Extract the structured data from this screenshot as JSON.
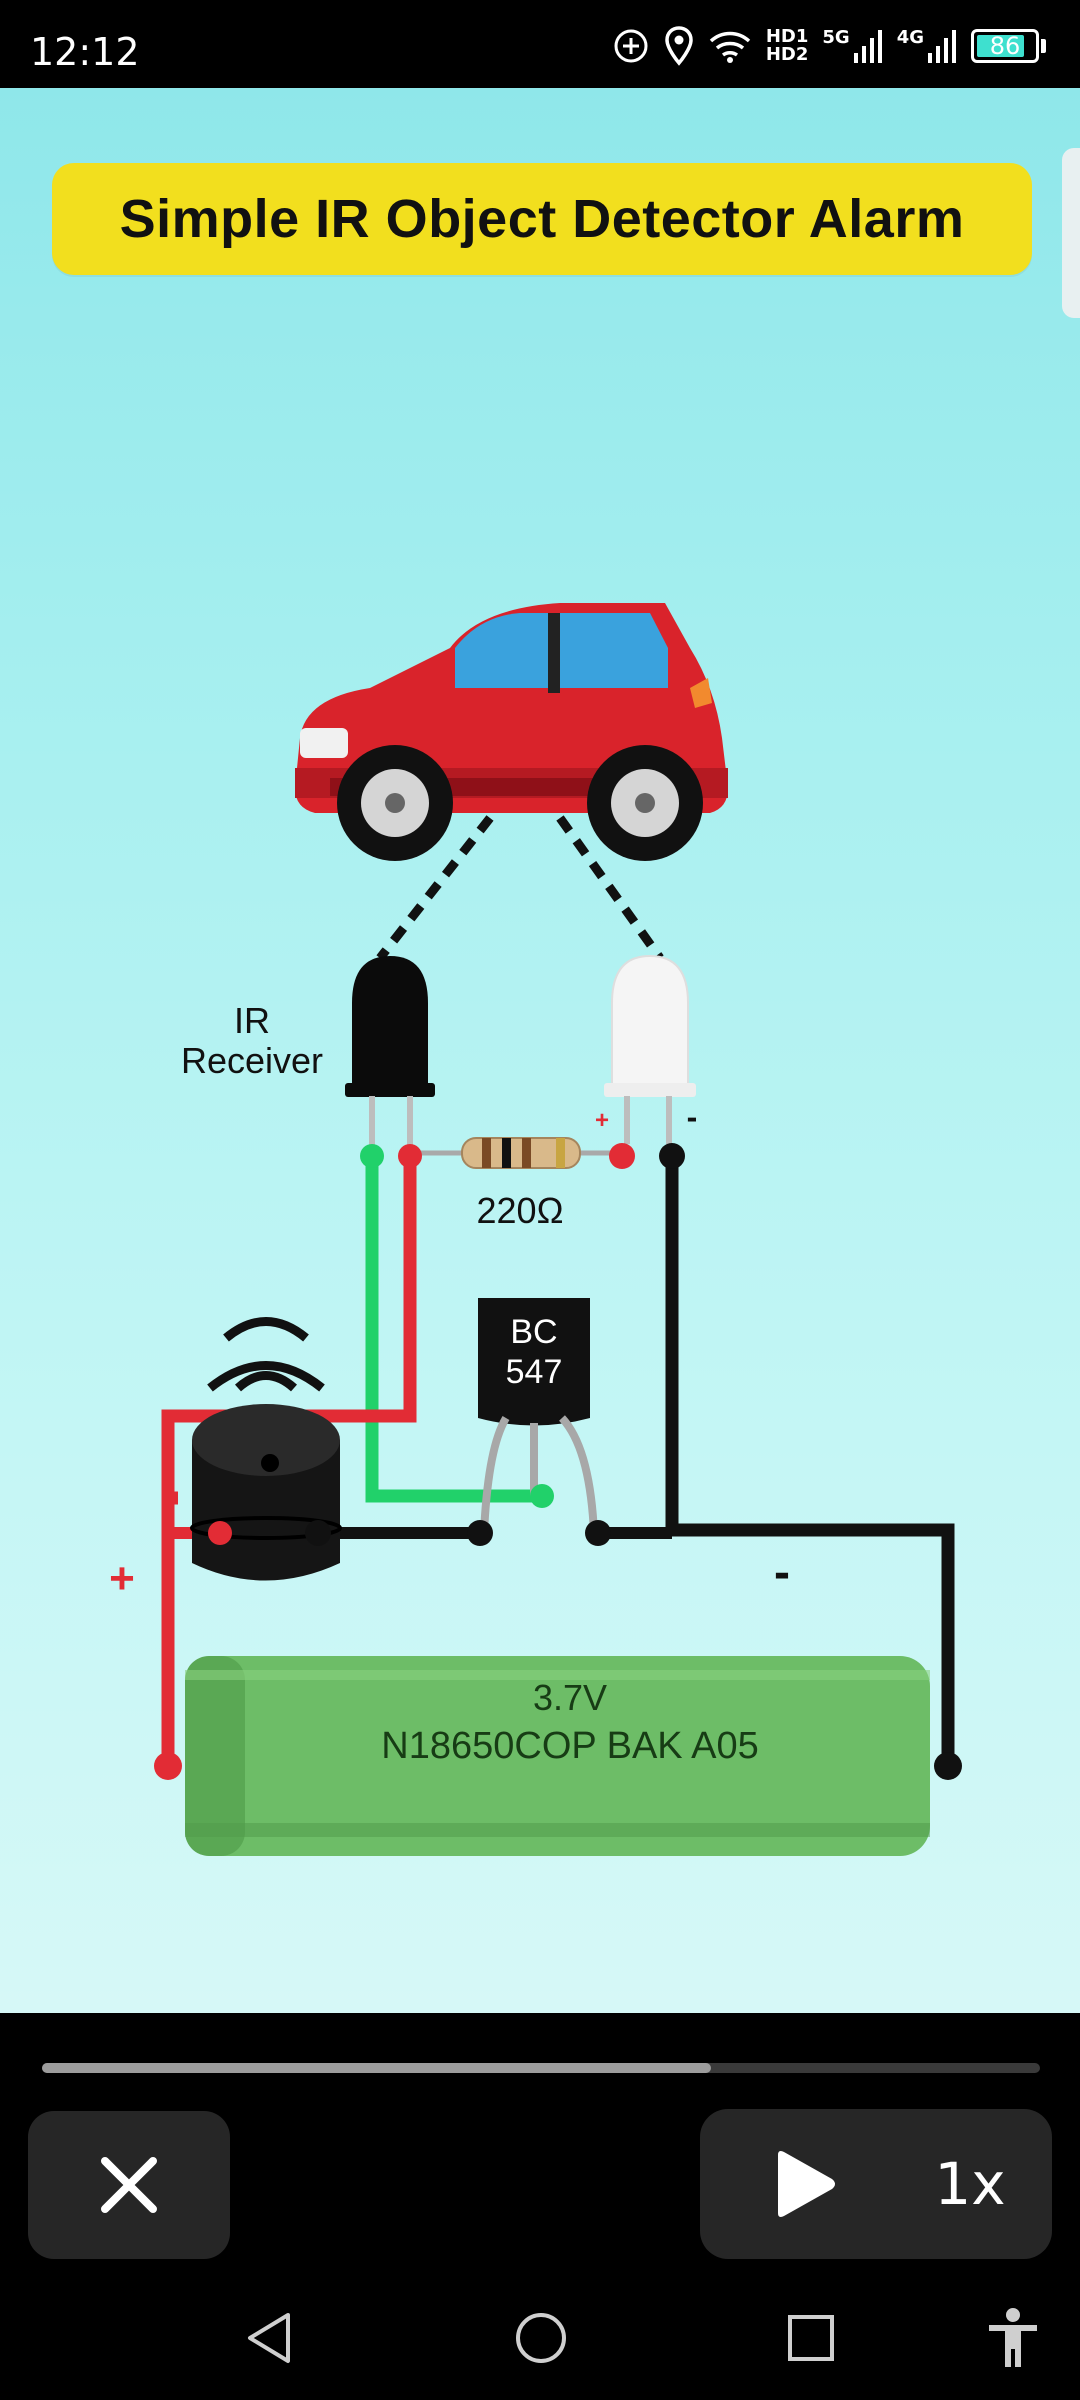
{
  "status_bar": {
    "time": "12:12",
    "network_labels": {
      "hd_top": "HD1",
      "hd_bottom": "HD2",
      "sim1": "5G",
      "sim2": "4G"
    },
    "battery_level": "86",
    "icons": [
      "add-circle-icon",
      "location-icon",
      "wifi-icon",
      "signal-icon",
      "signal-icon",
      "battery-icon"
    ]
  },
  "video": {
    "title": "Simple IR Object Detector Alarm",
    "labels": {
      "ir_receiver_line1": "IR",
      "ir_receiver_line2": "Receiver",
      "resistor": "220Ω",
      "transistor_line1": "BC",
      "transistor_line2": "547",
      "battery_voltage": "3.7V",
      "battery_model": "N18650COP BAK A05",
      "plus": "+",
      "minus": "-",
      "led_plus": "+",
      "led_minus": "-"
    },
    "colors": {
      "banner": "#f2df1e",
      "wire_red": "#e22c35",
      "wire_green": "#21d16a",
      "wire_black": "#111111",
      "battery": "#6dbd67",
      "car": "#d9232b"
    }
  },
  "player": {
    "progress": 0.67,
    "close_icon": "close-icon",
    "play_icon": "play-icon",
    "speed": "1x"
  },
  "nav": {
    "icons": [
      "back-icon",
      "home-icon",
      "recents-icon",
      "accessibility-icon"
    ]
  }
}
